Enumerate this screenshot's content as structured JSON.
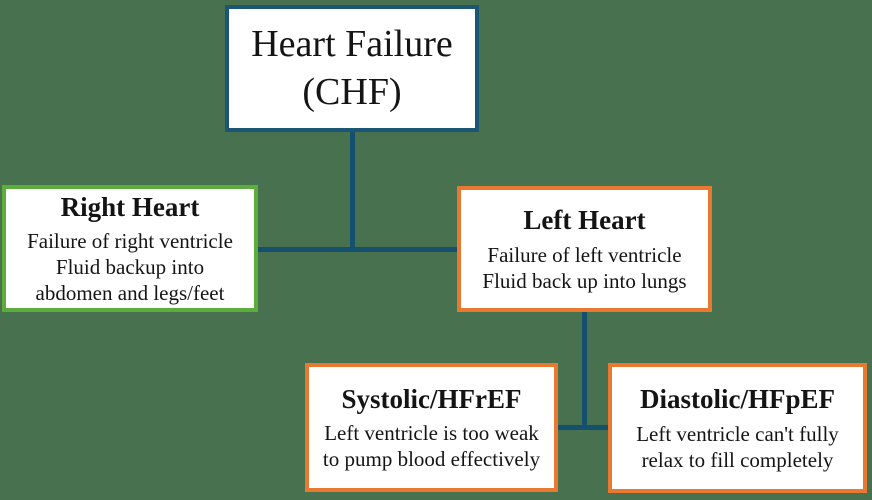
{
  "diagram": {
    "nodes": {
      "root": {
        "lines": [
          "Heart Failure",
          "(CHF)"
        ]
      },
      "right_heart": {
        "title": "Right Heart",
        "lines": [
          "Failure of right ventricle",
          "Fluid backup into",
          "abdomen and legs/feet"
        ]
      },
      "left_heart": {
        "title": "Left Heart",
        "lines": [
          "Failure of left ventricle",
          "Fluid back up into lungs"
        ]
      },
      "systolic": {
        "title": "Systolic/HFrEF",
        "lines": [
          "Left ventricle is too weak",
          "to pump blood effectively"
        ]
      },
      "diastolic": {
        "title": "Diastolic/HFpEF",
        "lines": [
          "Left ventricle can't fully",
          "relax to fill completely"
        ]
      }
    },
    "colors": {
      "background": "#47714F",
      "connector": "#15506E",
      "root_border": "#1B5674",
      "right_heart_border": "#5CAD3C",
      "orange_border": "#E97831",
      "box_background": "#FFFFFF",
      "text": "#141414"
    }
  }
}
